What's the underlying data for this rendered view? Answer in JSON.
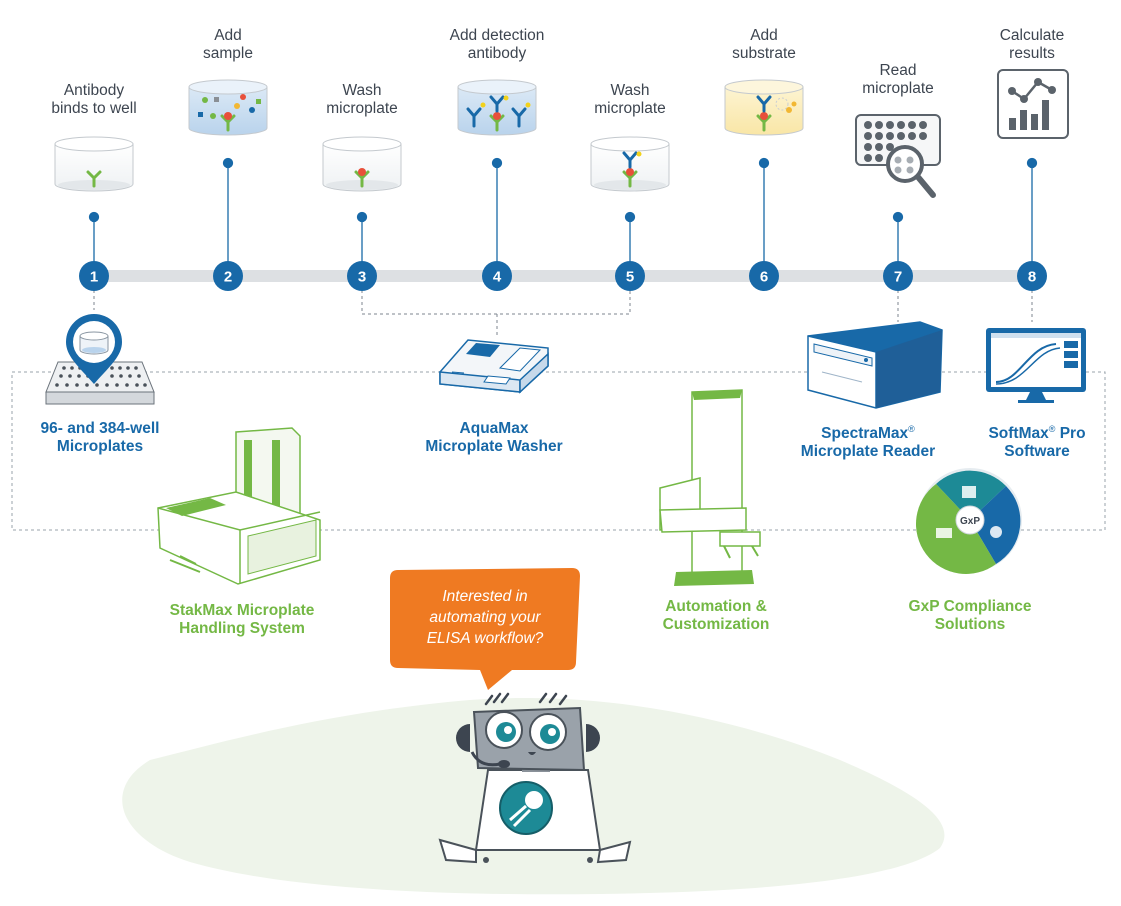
{
  "steps": [
    {
      "num": "1",
      "line1": "Antibody",
      "line2": "binds to well"
    },
    {
      "num": "2",
      "line1": "Add",
      "line2": "sample"
    },
    {
      "num": "3",
      "line1": "Wash",
      "line2": "microplate"
    },
    {
      "num": "4",
      "line1": "Add detection",
      "line2": "antibody"
    },
    {
      "num": "5",
      "line1": "Wash",
      "line2": "microplate"
    },
    {
      "num": "6",
      "line1": "Add",
      "line2": "substrate"
    },
    {
      "num": "7",
      "line1": "Read",
      "line2": "microplate"
    },
    {
      "num": "8",
      "line1": "Calculate",
      "line2": "results"
    }
  ],
  "products": {
    "microplates": {
      "line1": "96- and 384-well",
      "line2": "Microplates"
    },
    "washer": {
      "line1": "AquaMax",
      "line2": "Microplate Washer"
    },
    "reader": {
      "line1": "SpectraMax",
      "reg": "®",
      "line2": "Microplate Reader"
    },
    "software": {
      "line1": "SoftMax",
      "reg": "®",
      "line1b": " Pro",
      "line2": "Software"
    },
    "stakmax": {
      "line1": "StakMax Microplate",
      "line2": "Handling System"
    },
    "automation": {
      "line1": "Automation &",
      "line2": "Customization"
    },
    "gxp": {
      "line1": "GxP Compliance",
      "line2": "Solutions",
      "badge": "GxP"
    }
  },
  "callout": {
    "text_l1": "Interested in",
    "text_l2": "automating your",
    "text_l3": "ELISA workflow?"
  },
  "colors": {
    "blue": "#1869a8",
    "green": "#74b845",
    "orange": "#ef7a22",
    "teal": "#1d8a96",
    "timeline": "#dde0e3",
    "ground": "#eef4ea"
  },
  "icons": [
    "antibody-well-icon",
    "sample-well-icon",
    "wash-well-icon",
    "detection-well-icon",
    "substrate-well-icon",
    "plate-reader-icon",
    "analytics-chart-icon",
    "magnifier-icon",
    "microplate-icon",
    "washer-instrument",
    "reader-instrument",
    "software-monitor",
    "stakmax-instrument",
    "robot-arm",
    "gxp-wheel",
    "robot-mascot"
  ]
}
